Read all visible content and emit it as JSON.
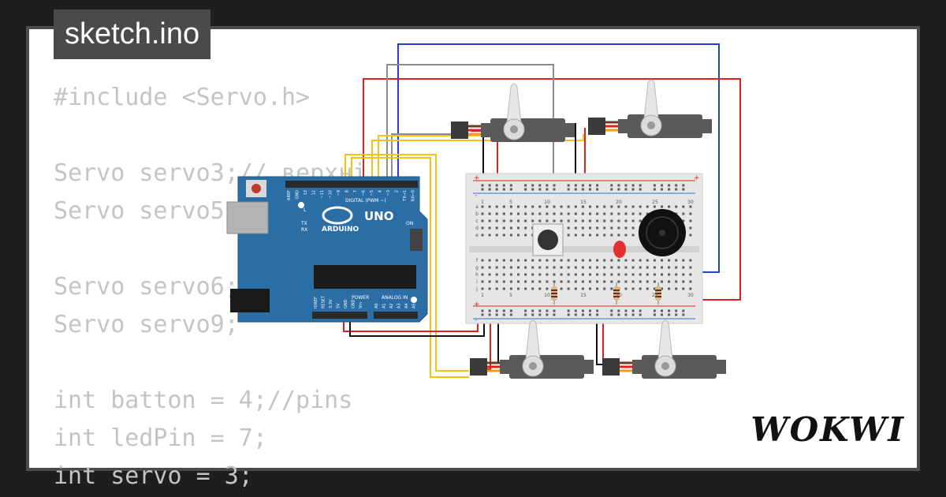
{
  "tab": {
    "title": "sketch.ino"
  },
  "code_lines": [
    "#include <Servo.h>",
    "",
    "Servo servo3;// верхні",
    "Servo servo5;",
    "",
    "Servo servo6;",
    "Servo servo9;",
    "",
    "int batton = 4;//pins",
    "int ledPin = 7;",
    "int servo = 3;"
  ],
  "arduino": {
    "brand": "ARDUINO",
    "model": "UNO",
    "digital_header": "DIGITAL (PWM ~)",
    "analog_header": "ANALOG IN",
    "power_header": "POWER",
    "on_label": "ON",
    "tx_label": "TX",
    "rx_label": "RX",
    "l_label": "L",
    "digital_pins": [
      "AREF",
      "GND",
      "13",
      "12",
      "~11",
      "~10",
      "~9",
      "8",
      "7",
      "~6",
      "~5",
      "4",
      "~3",
      "2",
      "TX→1",
      "RX←0"
    ],
    "power_pins": [
      "IOREF",
      "RESET",
      "3.3V",
      "5V",
      "GND",
      "GND",
      "Vin"
    ],
    "analog_pins": [
      "A0",
      "A1",
      "A2",
      "A3",
      "A4",
      "A5"
    ]
  },
  "breadboard": {
    "col_labels": [
      "1",
      "5",
      "10",
      "15",
      "20",
      "25",
      "30"
    ],
    "row_labels_top": [
      "a",
      "b",
      "c",
      "d",
      "e"
    ],
    "row_labels_bottom": [
      "f",
      "g",
      "h",
      "i",
      "j"
    ],
    "rail_plus": "+",
    "rail_minus": "-"
  },
  "logo": {
    "text": "WOKWI"
  },
  "colors": {
    "board": "#2b6ea6",
    "wire_red": "#e02020",
    "wire_black": "#111111",
    "wire_yellow": "#f1c40f",
    "wire_gray": "#8c8c8c",
    "wire_blue": "#1e3fcf",
    "wire_green": "#1f9a3a",
    "servo_body": "#5a5a5a",
    "led": "#e53030"
  }
}
